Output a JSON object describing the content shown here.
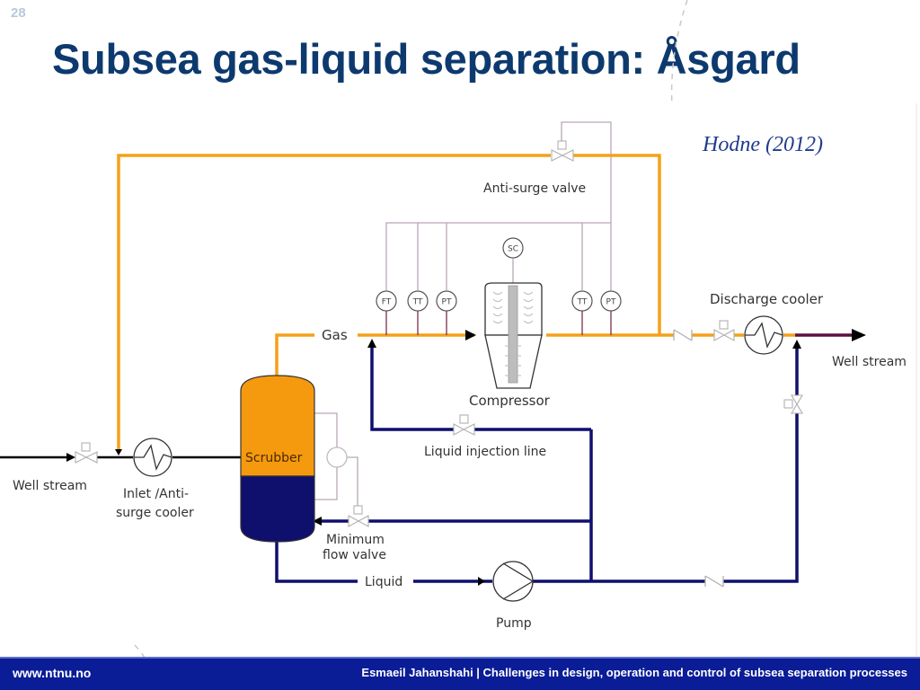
{
  "slide": {
    "number": "28",
    "title": "Subsea gas-liquid separation: Åsgard",
    "citation": "Hodne (2012)"
  },
  "diagram": {
    "labels": {
      "anti_surge_valve": "Anti-surge valve",
      "gas": "Gas",
      "compressor": "Compressor",
      "discharge_cooler": "Discharge cooler",
      "well_stream_out": "Well stream",
      "well_stream_in": "Well stream",
      "inlet_cooler_line1": "Inlet /Anti-",
      "inlet_cooler_line2": "surge cooler",
      "scrubber": "Scrubber",
      "liquid_injection_line": "Liquid injection line",
      "minimum_flow_valve_line1": "Minimum",
      "minimum_flow_valve_line2": "flow valve",
      "liquid": "Liquid",
      "pump": "Pump"
    },
    "instruments": {
      "ft": "FT",
      "tt1": "TT",
      "pt1": "PT",
      "sc": "SC",
      "tt2": "TT",
      "pt2": "PT"
    },
    "colors": {
      "gas": "#f5a01a",
      "liquid": "#0f0f6e",
      "well_stream_out": "#5a1040",
      "signal": "#b8a0b8",
      "valve": "#b0b0b0",
      "title": "#0d3a6e",
      "footer": "#0a1c96"
    }
  },
  "footer": {
    "website": "www.ntnu.no",
    "caption": "Esmaeil Jahanshahi | Challenges in design, operation and control of subsea separation processes"
  }
}
